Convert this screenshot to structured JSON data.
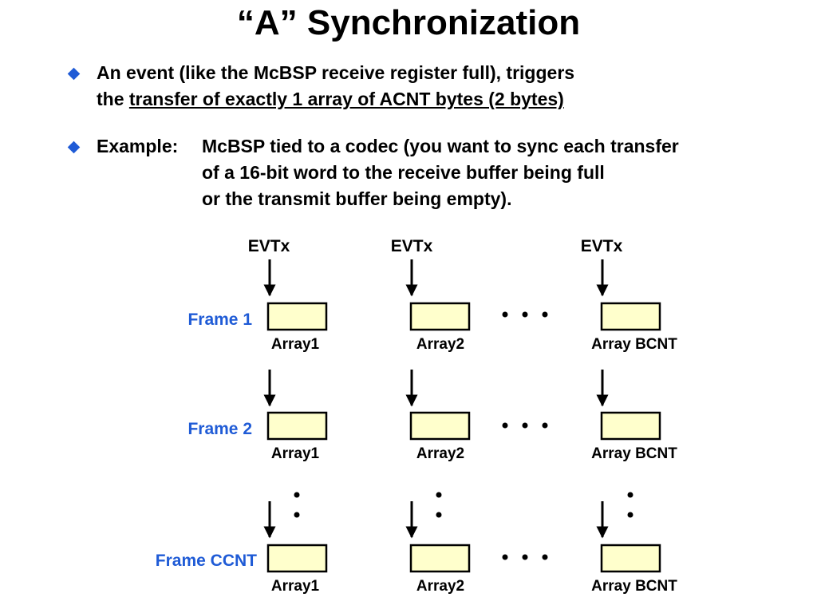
{
  "title": "“A” Synchronization",
  "bullets": [
    {
      "line1": "An event (like the McBSP receive register full), triggers",
      "line2_prefix": "the ",
      "line2_underlined": "transfer of exactly 1 array of ACNT bytes (2 bytes)"
    },
    {
      "lead": "Example:",
      "line1": "McBSP tied to a codec (you want to sync each transfer",
      "line2": "of a 16-bit word to the receive buffer being full",
      "line3": "or the transmit buffer being empty)."
    }
  ],
  "diagram": {
    "event_labels": [
      "EVTx",
      "EVTx",
      "EVTx"
    ],
    "frames": [
      {
        "label": "Frame 1",
        "arrays": [
          "Array1",
          "Array2",
          "Array BCNT"
        ]
      },
      {
        "label": "Frame 2",
        "arrays": [
          "Array1",
          "Array2",
          "Array BCNT"
        ]
      },
      {
        "label": "Frame CCNT",
        "arrays": [
          "Array1",
          "Array2",
          "Array BCNT"
        ]
      }
    ],
    "colors": {
      "box_fill": "#ffffcc",
      "frame_label": "#1f5bd6",
      "bullet": "#1f5bd6"
    },
    "icons": {
      "arrow": "down-arrow-icon",
      "ellipsis": "horizontal-ellipsis-icon",
      "vertical_ellipsis": "vertical-ellipsis-icon"
    }
  }
}
